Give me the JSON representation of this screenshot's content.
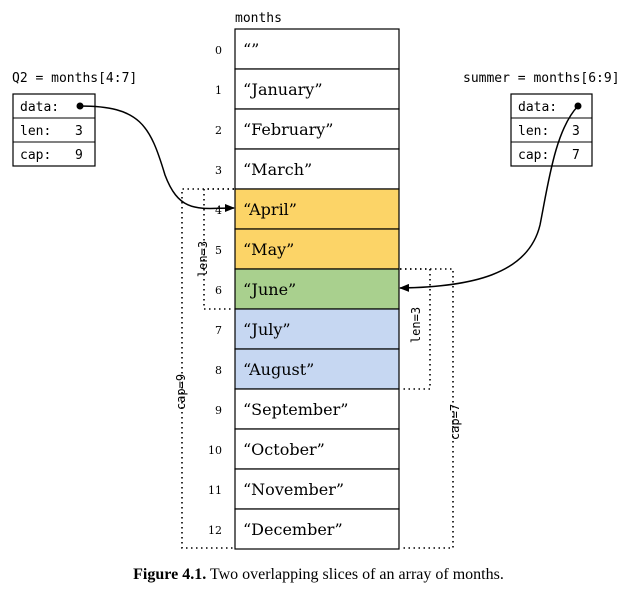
{
  "array": {
    "title": "months",
    "items": [
      {
        "index": "0",
        "label": "“”",
        "color": "#ffffff"
      },
      {
        "index": "1",
        "label": "“January”",
        "color": "#ffffff"
      },
      {
        "index": "2",
        "label": "“February”",
        "color": "#ffffff"
      },
      {
        "index": "3",
        "label": "“March”",
        "color": "#ffffff"
      },
      {
        "index": "4",
        "label": "“April”",
        "color": "#fcd467"
      },
      {
        "index": "5",
        "label": "“May”",
        "color": "#fcd467"
      },
      {
        "index": "6",
        "label": "“June”",
        "color": "#a9d08e"
      },
      {
        "index": "7",
        "label": "“July”",
        "color": "#c6d7f2"
      },
      {
        "index": "8",
        "label": "“August”",
        "color": "#c6d7f2"
      },
      {
        "index": "9",
        "label": "“September”",
        "color": "#ffffff"
      },
      {
        "index": "10",
        "label": "“October”",
        "color": "#ffffff"
      },
      {
        "index": "11",
        "label": "“November”",
        "color": "#ffffff"
      },
      {
        "index": "12",
        "label": "“December”",
        "color": "#ffffff"
      }
    ]
  },
  "slices": {
    "q2": {
      "title": "Q2 = months[4:7]",
      "fields": [
        {
          "name": "data:",
          "value": ""
        },
        {
          "name": "len:",
          "value": "3"
        },
        {
          "name": "cap:",
          "value": "9"
        }
      ],
      "len_label": "len=3",
      "cap_label": "cap=9"
    },
    "summer": {
      "title": "summer = months[6:9]",
      "fields": [
        {
          "name": "data:",
          "value": ""
        },
        {
          "name": "len:",
          "value": "3"
        },
        {
          "name": "cap:",
          "value": "7"
        }
      ],
      "len_label": "len=3",
      "cap_label": "cap=7"
    }
  },
  "caption": {
    "label": "Figure 4.1.",
    "text": "Two overlapping slices of an array of months."
  }
}
